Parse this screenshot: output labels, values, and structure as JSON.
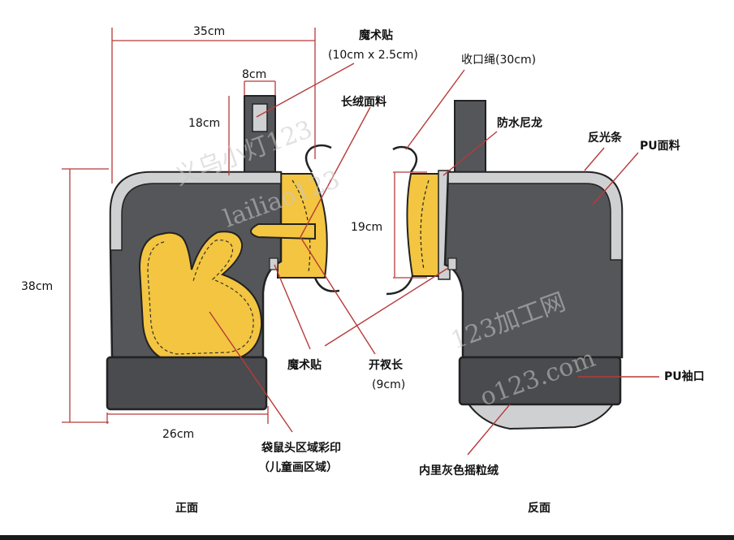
{
  "dimensions": {
    "width": "35cm",
    "strap_width": "8cm",
    "strap_height": "18cm",
    "height": "38cm",
    "bottom_width": "26cm",
    "opening": "19cm"
  },
  "callouts": {
    "velcro_top_name": "魔术贴",
    "velcro_top_size": "(10cm x 2.5cm)",
    "plush_fabric": "长绒面料",
    "drawstring": "收口绳(30cm)",
    "waterproof_nylon": "防水尼龙",
    "reflective_strip": "反光条",
    "pu_fabric": "PU面料",
    "velcro_bottom": "魔术贴",
    "slit_length_name": "开衩长",
    "slit_length_size": "(9cm)",
    "pu_cuff": "PU袖口",
    "print_area_1": "袋鼠头区域彩印",
    "print_area_2": "（儿童画区域）",
    "lining": "内里灰色摇粒绒"
  },
  "views": {
    "front": "正面",
    "back": "反面"
  },
  "watermarks": [
    "义乌小灯123",
    "lailiao123",
    "123加工网",
    "o123.com"
  ],
  "colors": {
    "body": "#55565a",
    "yellow": "#f3c540",
    "light_gray": "#cfd0d2",
    "cuff": "#4a4b4f",
    "dimension_red": "#b73a3a"
  }
}
